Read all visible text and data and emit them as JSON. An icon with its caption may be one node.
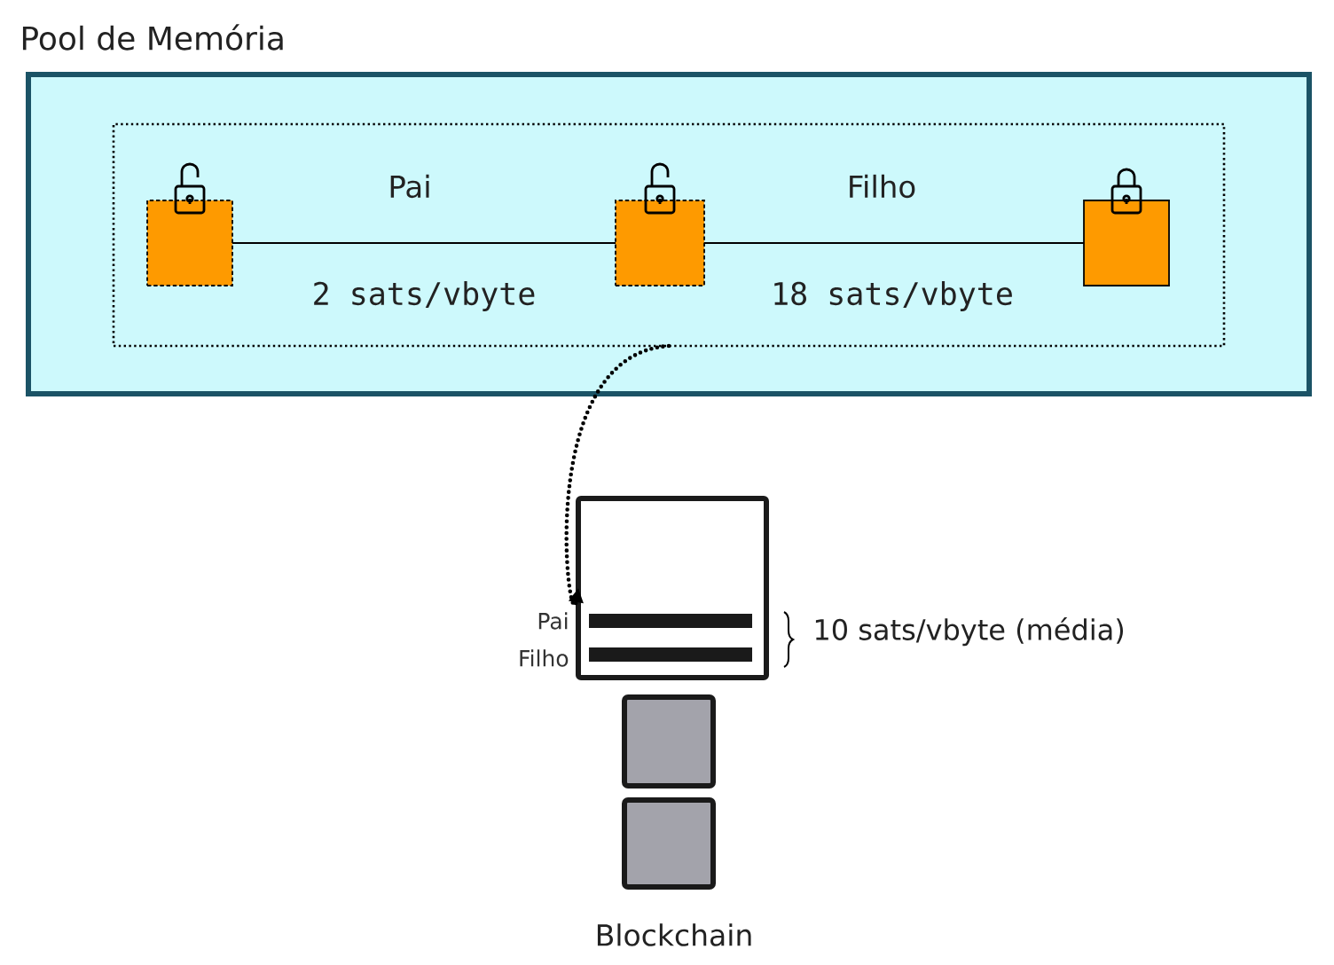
{
  "diagram": {
    "nodes": [
      {
        "text": [
          "Pool de Memória"
        ]
      },
      {
        "text": [],
        "shape": "box",
        "in": 0
      },
      {
        "text": [],
        "shape": "box",
        "in": 1
      },
      {
        "text": [],
        "shape": "box",
        "in": 1
      },
      {
        "text": [],
        "shape": "box",
        "in": 1
      },
      {
        "text": [],
        "shape": "box",
        "beside": [
          "Pai",
          "Filho",
          "10 sats/vbyte (média)"
        ]
      },
      {
        "text": [],
        "shape": "box"
      },
      {
        "text": [],
        "shape": "box"
      }
    ],
    "edges": [
      {
        "from": 2,
        "to": 3,
        "arrow": "none",
        "label": "Pai"
      },
      {
        "from": 3,
        "to": 4,
        "arrow": "none",
        "label": "Filho"
      },
      {
        "from": 1,
        "to": 5,
        "arrow": "to",
        "style": "dashed"
      }
    ],
    "labels": [
      "2 sats/vbyte",
      "18 sats/vbyte",
      "Blockchain"
    ]
  }
}
